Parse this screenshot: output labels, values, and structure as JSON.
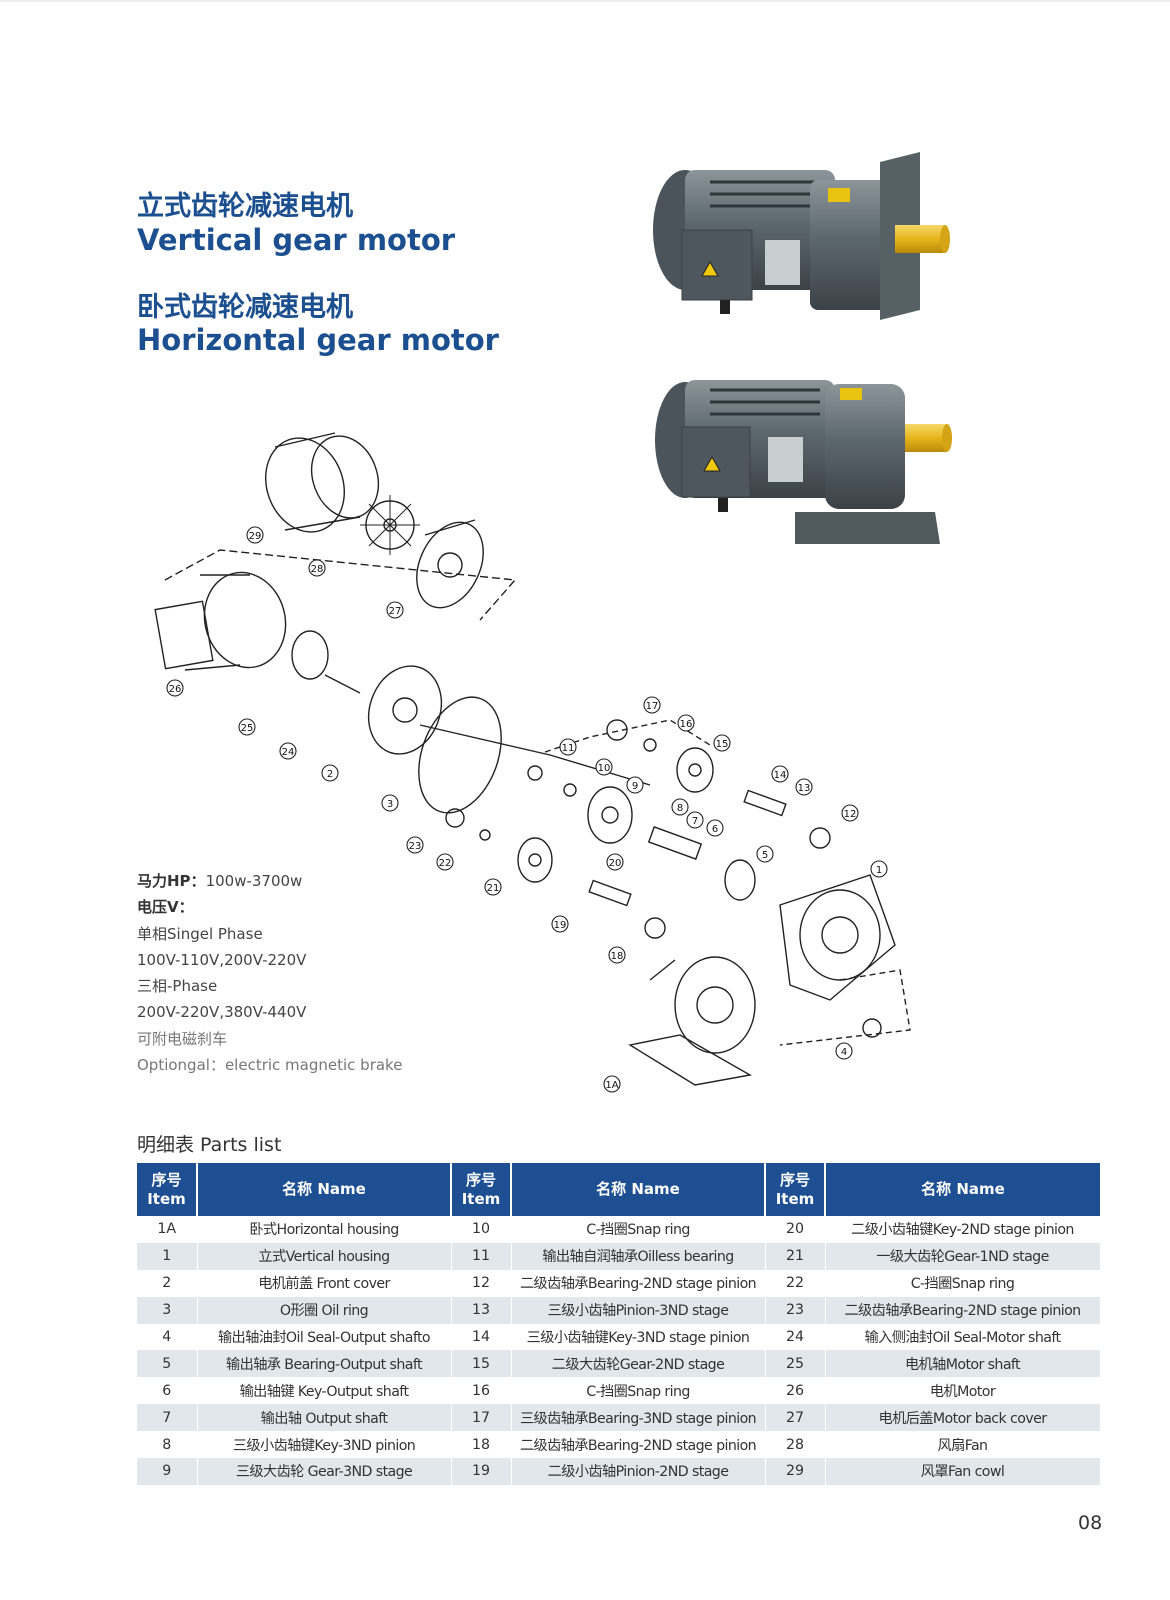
{
  "titles": {
    "vertical_cn": "立式齿轮减速电机",
    "vertical_en": "Vertical gear motor",
    "horizontal_cn": "卧式齿轮减速电机",
    "horizontal_en": "Horizontal gear motor"
  },
  "specs": {
    "power_label": "马力HP：",
    "power_value": "100w-3700w",
    "voltage_label": "电压V：",
    "single_phase": "单相Singel Phase",
    "single_phase_values": "100V-110V,200V-220V",
    "three_phase": "三相-Phase",
    "three_phase_values": "200V-220V,380V-440V",
    "brake_cn": "可附电磁刹车",
    "brake_en": "Optiongal：electric magnetic brake"
  },
  "diagram": {
    "callouts": [
      "1A",
      "1",
      "2",
      "3",
      "4",
      "5",
      "6",
      "7",
      "8",
      "9",
      "10",
      "11",
      "12",
      "13",
      "14",
      "15",
      "16",
      "17",
      "18",
      "19",
      "20",
      "21",
      "22",
      "23",
      "24",
      "25",
      "26",
      "27",
      "28",
      "29"
    ]
  },
  "parts_list": {
    "heading": "明细表 Parts list",
    "header": {
      "item_cn": "序号",
      "item_en": "Item",
      "name": "名称 Name"
    },
    "rows": [
      [
        {
          "item": "1A",
          "name": "卧式Horizontal housing"
        },
        {
          "item": "10",
          "name": "C-挡圈Snap ring"
        },
        {
          "item": "20",
          "name": "二级小齿轴键Key-2ND stage pinion"
        }
      ],
      [
        {
          "item": "1",
          "name": "立式Vertical housing"
        },
        {
          "item": "11",
          "name": "输出轴自润轴承Oilless bearing"
        },
        {
          "item": "21",
          "name": "一级大齿轮Gear-1ND stage"
        }
      ],
      [
        {
          "item": "2",
          "name": "电机前盖  Front cover"
        },
        {
          "item": "12",
          "name": "二级齿轴承Bearing-2ND stage pinion"
        },
        {
          "item": "22",
          "name": "C-挡圈Snap ring"
        }
      ],
      [
        {
          "item": "3",
          "name": "O形圈  Oil ring"
        },
        {
          "item": "13",
          "name": "三级小齿轴Pinion-3ND stage"
        },
        {
          "item": "23",
          "name": "二级齿轴承Bearing-2ND stage pinion"
        }
      ],
      [
        {
          "item": "4",
          "name": "输出轴油封Oil Seal-Output shafto"
        },
        {
          "item": "14",
          "name": "三级小齿轴键Key-3ND stage pinion"
        },
        {
          "item": "24",
          "name": "输入侧油封Oil Seal-Motor shaft"
        }
      ],
      [
        {
          "item": "5",
          "name": "输出轴承  Bearing-Output shaft"
        },
        {
          "item": "15",
          "name": "二级大齿轮Gear-2ND stage"
        },
        {
          "item": "25",
          "name": "电机轴Motor shaft"
        }
      ],
      [
        {
          "item": "6",
          "name": "输出轴键  Key-Output shaft"
        },
        {
          "item": "16",
          "name": "C-挡圈Snap ring"
        },
        {
          "item": "26",
          "name": "电机Motor"
        }
      ],
      [
        {
          "item": "7",
          "name": "输出轴  Output shaft"
        },
        {
          "item": "17",
          "name": "三级齿轴承Bearing-3ND stage pinion"
        },
        {
          "item": "27",
          "name": "电机后盖Motor back cover"
        }
      ],
      [
        {
          "item": "8",
          "name": "三级小齿轴键Key-3ND pinion"
        },
        {
          "item": "18",
          "name": "二级齿轴承Bearing-2ND stage pinion"
        },
        {
          "item": "28",
          "name": "风扇Fan"
        }
      ],
      [
        {
          "item": "9",
          "name": "三级大齿轮  Gear-3ND stage"
        },
        {
          "item": "19",
          "name": "二级小齿轴Pinion-2ND stage"
        },
        {
          "item": "29",
          "name": "风罩Fan cowl"
        }
      ]
    ]
  },
  "page_number": "08",
  "colors": {
    "title_blue": "#1b4f8f",
    "header_blue": "#1d4f92",
    "row_stripe": "#e2e7ec",
    "motor_gray": "#5f6a70",
    "shaft_yellow": "#e8b81e"
  }
}
